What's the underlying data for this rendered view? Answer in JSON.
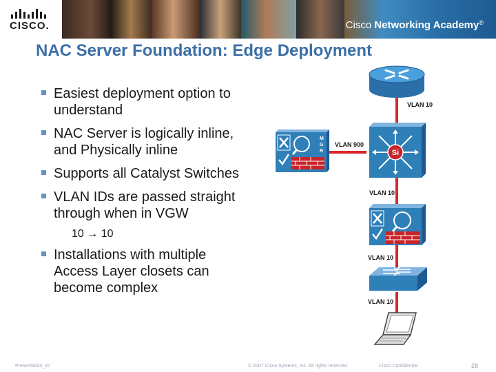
{
  "header": {
    "logo_text": "CISCO.",
    "academy_brand": "Cisco",
    "academy_name": "Networking Academy",
    "trademark": "®"
  },
  "slide": {
    "title": "NAC Server Foundation: Edge Deployment",
    "bullets": [
      "Easiest deployment option to understand",
      "NAC Server is logically inline, and Physically inline",
      "Supports all Catalyst Switches",
      "VLAN IDs are passed straight through when in VGW"
    ],
    "sub_bullet": {
      "left": "10",
      "arrow": "→",
      "right": "10"
    },
    "last_bullet": "Installations with multiple Access Layer closets can become complex"
  },
  "diagram": {
    "labels": {
      "vlan_router": "VLAN 10",
      "vlan_900": "VLAN 900",
      "vlan_l3_to_nac": "VLAN 10",
      "vlan_nac_to_switch": "VLAN 10",
      "vlan_switch_to_laptop": "VLAN 10"
    },
    "l3_switch_badge": "Si",
    "manager_letters": [
      "M",
      "G",
      "R"
    ],
    "link_color": "#d9262c",
    "device_color": "#2f7fb8"
  },
  "footer": {
    "presentation_id": "Presentation_ID",
    "copyright": "© 2007 Cisco Systems, Inc. All rights reserved.",
    "confidential": "Cisco Confidential",
    "page": "28"
  }
}
